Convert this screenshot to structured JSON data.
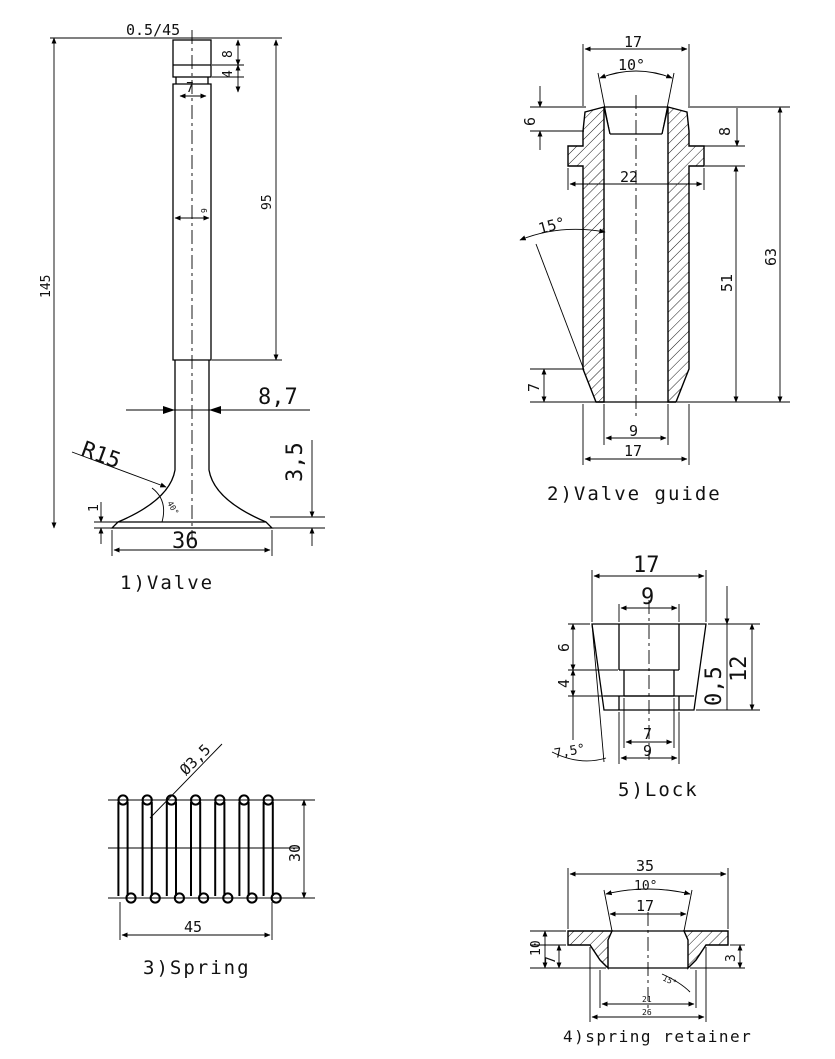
{
  "captions": {
    "valve": "1)Valve",
    "valve_guide": "2)Valve guide",
    "spring": "3)Spring",
    "spring_retainer": "4)spring retainer",
    "lock": "5)Lock"
  },
  "valve": {
    "chamfer": "0.5/45",
    "top_8": "8",
    "top_4": "4",
    "groove_dia": "7",
    "stem_dia": "9",
    "stem_len": "95",
    "total_len": "145",
    "neck_dia": "8,7",
    "fillet": "R15",
    "angle": "40°",
    "head_h": "3,5",
    "edge": "1",
    "head_dia": "36"
  },
  "valve_guide": {
    "top_dia": "17",
    "angle_top": "10°",
    "h6": "6",
    "h8": "8",
    "collar_dia": "22",
    "angle_side": "15°",
    "h51": "51",
    "h63": "63",
    "h7": "7",
    "bore": "9",
    "bottom_dia": "17"
  },
  "spring": {
    "wire": "Ø3,5",
    "height": "30",
    "length": "45"
  },
  "lock": {
    "top_dia": "17",
    "bore_top": "9",
    "h6": "6",
    "h4": "4",
    "gap": "0,5",
    "h12": "12",
    "angle": "7,5°",
    "bore_mid": "7",
    "bore_bottom": "9"
  },
  "spring_retainer": {
    "top_dia": "35",
    "angle": "10°",
    "inner": "17",
    "h10": "10",
    "h7": "7",
    "h3": "3",
    "angle_small": "15°",
    "d21": "21",
    "d26": "26"
  }
}
